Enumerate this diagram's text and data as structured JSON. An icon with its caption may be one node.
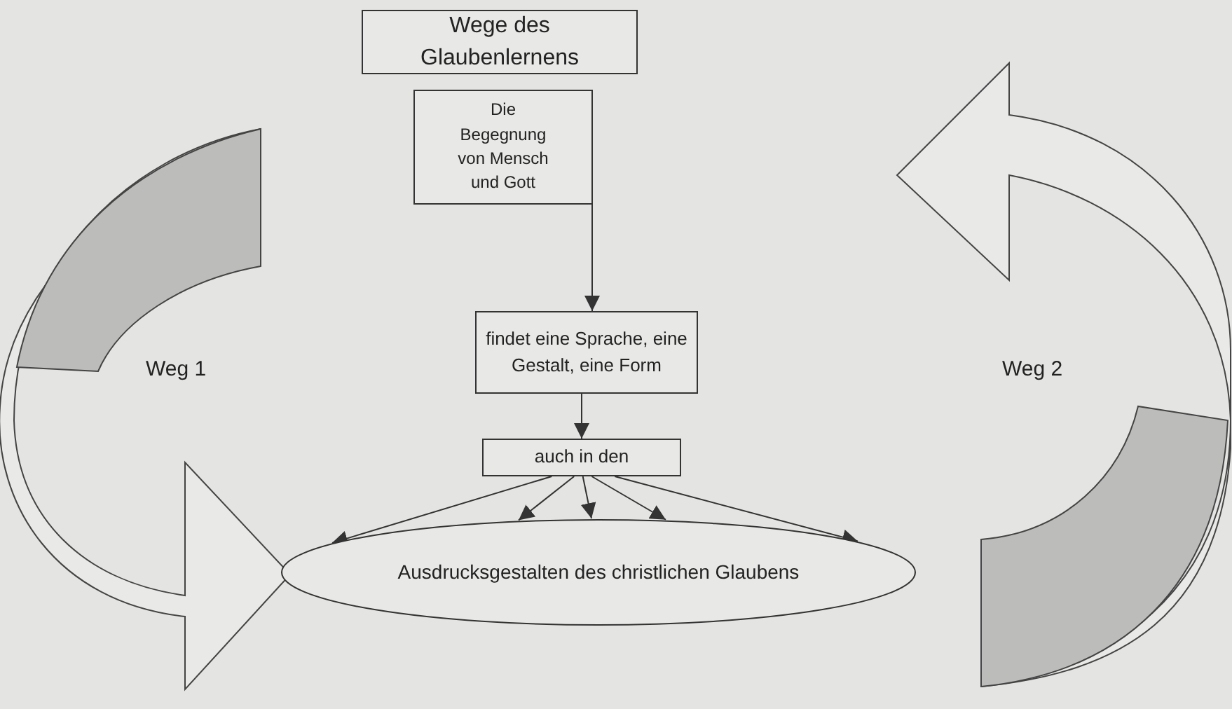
{
  "diagram": {
    "nodes": [
      {
        "text": [
          "Wege des Glaubenlernens"
        ]
      },
      {
        "text": [
          "Die Begegnung von Mensch und Gott"
        ]
      },
      {
        "text": [
          "findet eine Sprache, eine Gestalt, eine Form"
        ]
      },
      {
        "text": [
          "auch in den"
        ]
      },
      {
        "text": [
          "Ausdrucksgestalten des christlichen Glaubens"
        ]
      }
    ],
    "edges": [
      {
        "from": 1,
        "to": 2,
        "arrow": "to"
      },
      {
        "from": 2,
        "to": 3,
        "arrow": "to"
      },
      {
        "from": 3,
        "to": 4,
        "arrow": "to"
      },
      {
        "from": 3,
        "to": 4,
        "arrow": "to"
      },
      {
        "from": 3,
        "to": 4,
        "arrow": "to"
      },
      {
        "from": 3,
        "to": 4,
        "arrow": "to"
      },
      {
        "from": 3,
        "to": 4,
        "arrow": "to"
      }
    ],
    "labels": [
      "Weg 1",
      "Weg 2"
    ]
  }
}
